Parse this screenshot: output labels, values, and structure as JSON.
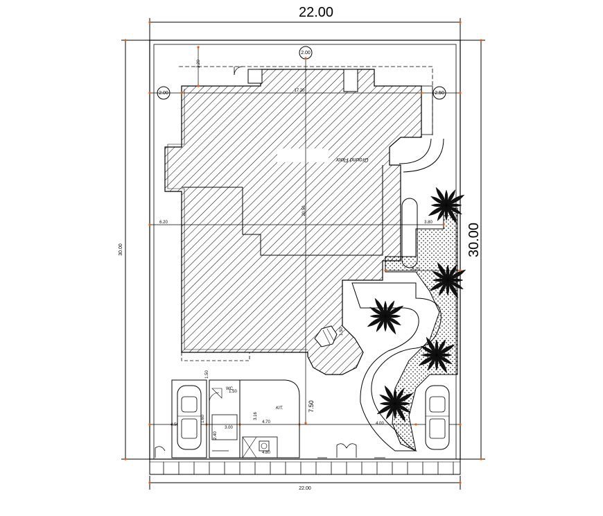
{
  "plan": {
    "width_label": "22.00",
    "length_label": "30.00",
    "length_label_small": "30.00",
    "bottom_width_label": "22.00",
    "center_length": "20.50",
    "house_width": "17.20",
    "front_setback": "7.50",
    "bubble_top": "2.00",
    "bubble_left": "2.00",
    "bubble_right": "2.50",
    "ground_label": "Ground Floor",
    "wall_labels": [
      "2.20",
      "6.20",
      "1.50",
      "1.50",
      "4.50",
      "4.70",
      "3.00",
      "6.20",
      "4.00",
      "3.80",
      "1.50",
      "1.60",
      "2.40",
      "3.16",
      "4.80"
    ],
    "room_labels": [
      "WC",
      "KIT."
    ]
  },
  "colors": {
    "line": "#000000",
    "dimension": "#e06010",
    "hatch": "#000000",
    "background": "#ffffff"
  }
}
